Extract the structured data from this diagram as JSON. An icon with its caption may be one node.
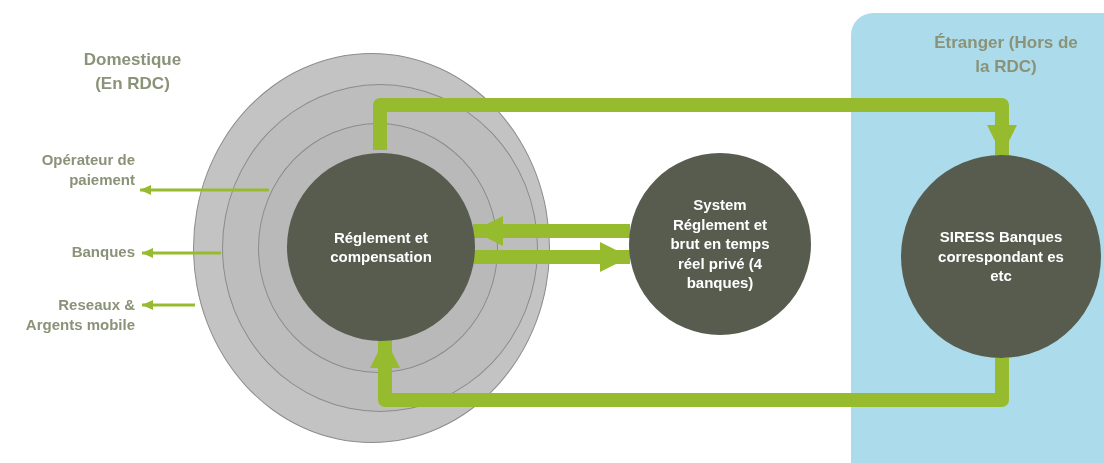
{
  "diagram": {
    "nodes": [
      {
        "text": [
          "Domestique (En RDC)"
        ]
      },
      {
        "text": [],
        "shape": "circle",
        "in": 0
      },
      {
        "text": [],
        "shape": "circle",
        "in": 1
      },
      {
        "text": [],
        "shape": "circle",
        "in": 2
      },
      {
        "text": [
          "Réglement et compensation"
        ],
        "in": 3
      },
      {
        "text": [
          "Opérateur de paiement"
        ]
      },
      {
        "text": [
          "Banques"
        ]
      },
      {
        "text": [
          "Reseaux & Argents mobile"
        ]
      },
      {
        "text": [
          "System Réglement et brut en temps réel privé (4 banques)"
        ]
      },
      {
        "text": [
          "Étranger (Hors de la RDC)"
        ]
      },
      {
        "text": [
          "SIRESS Banques correspondant es etc"
        ],
        "in": 9
      }
    ],
    "edges": [
      {
        "from": 3,
        "to": 5,
        "arrow": "to"
      },
      {
        "from": 2,
        "to": 6,
        "arrow": "to"
      },
      {
        "from": 1,
        "to": 7,
        "arrow": "to"
      },
      {
        "from": 8,
        "to": 4,
        "arrow": "to"
      },
      {
        "from": 4,
        "to": 8,
        "arrow": "to"
      },
      {
        "from": 4,
        "to": 10,
        "arrow": "to"
      },
      {
        "from": 10,
        "to": 4,
        "arrow": "to"
      }
    ]
  }
}
